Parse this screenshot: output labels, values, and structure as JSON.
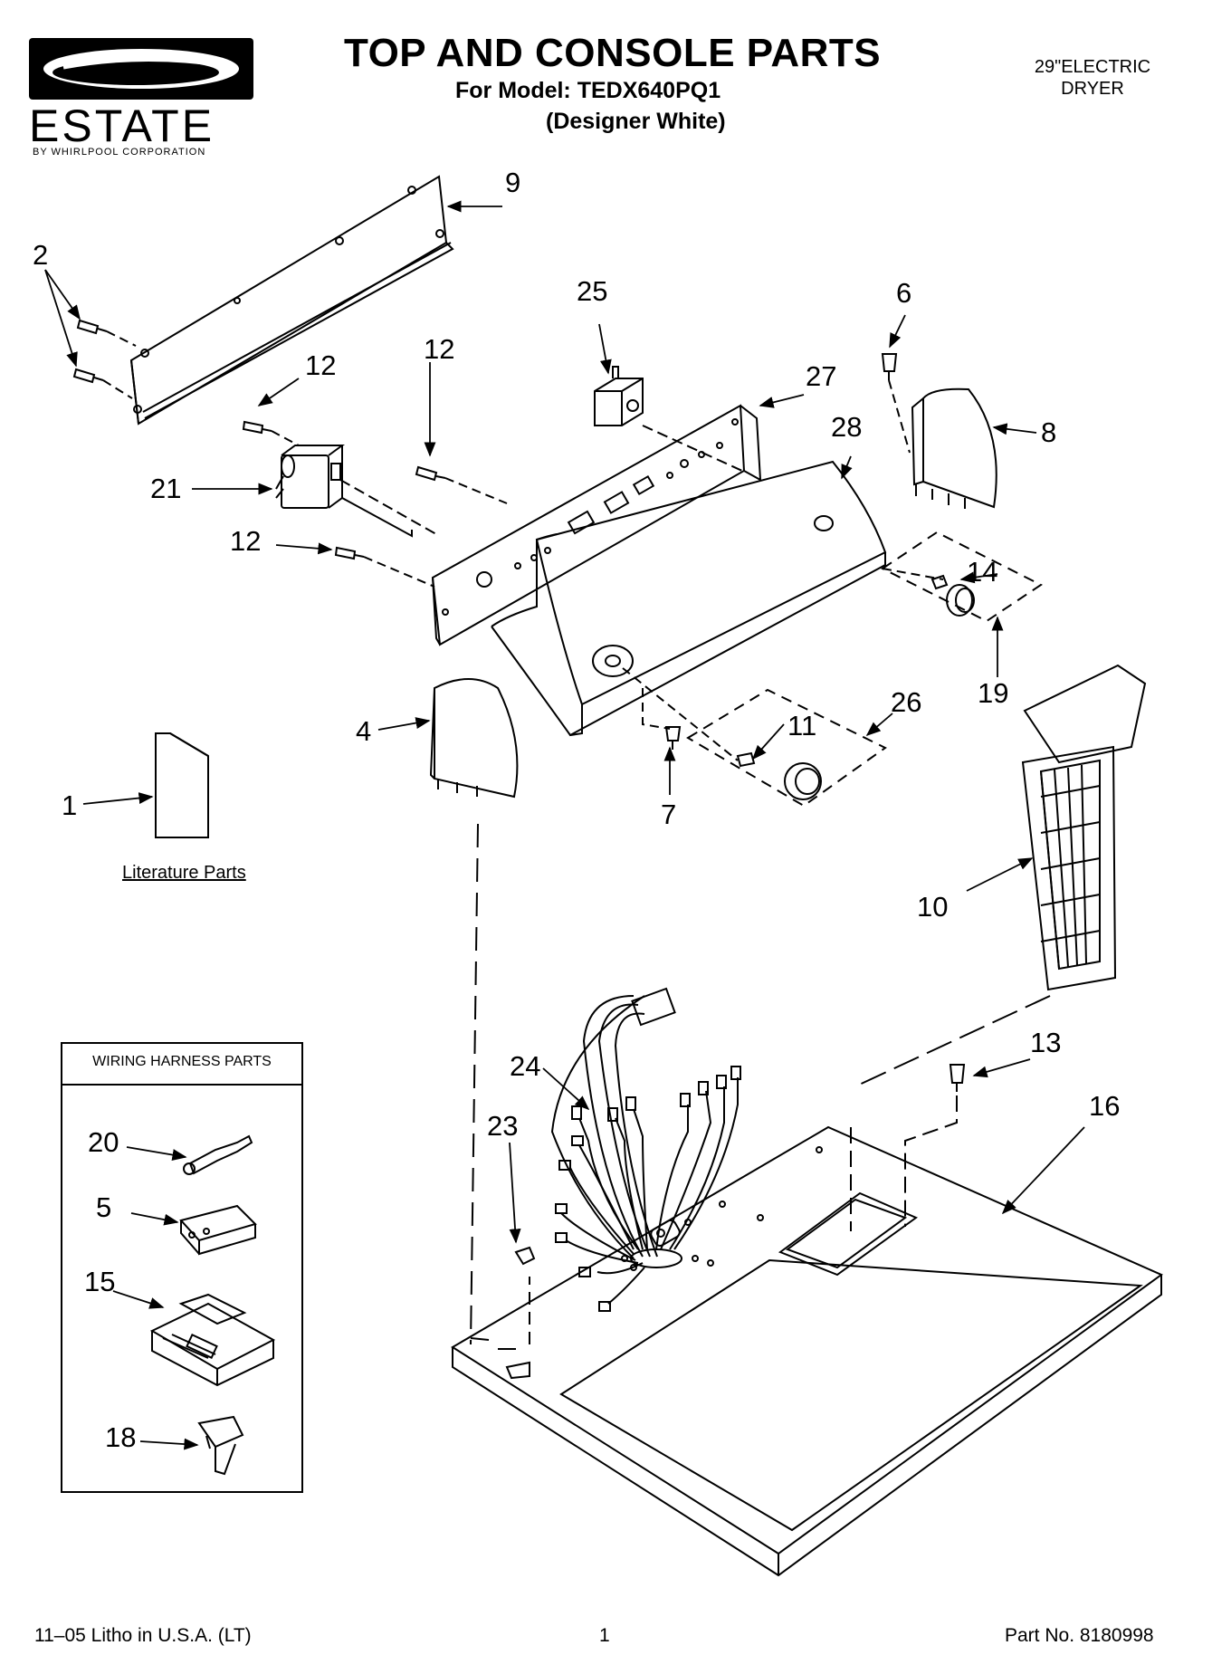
{
  "header": {
    "brand": "ESTATE",
    "brand_sub": "BY WHIRLPOOL CORPORATION",
    "title": "TOP AND CONSOLE PARTS",
    "model_line": "For Model: TEDX640PQ1",
    "color_line": "(Designer White)",
    "product_type": "29\"ELECTRIC DRYER"
  },
  "labels": {
    "literature": "Literature Parts",
    "wiring_box_title": "WIRING HARNESS PARTS"
  },
  "callouts": {
    "c1": "1",
    "c2": "2",
    "c4": "4",
    "c5": "5",
    "c6": "6",
    "c7": "7",
    "c8": "8",
    "c9": "9",
    "c10": "10",
    "c11": "11",
    "c12a": "12",
    "c12b": "12",
    "c12c": "12",
    "c13": "13",
    "c14": "14",
    "c15": "15",
    "c16": "16",
    "c18": "18",
    "c19": "19",
    "c20": "20",
    "c21": "21",
    "c23": "23",
    "c24": "24",
    "c25": "25",
    "c26": "26",
    "c27": "27",
    "c28": "28"
  },
  "footer": {
    "litho": "11–05 Litho in U.S.A. (LT)",
    "page_number": "1",
    "part_number": "Part No. 8180998"
  },
  "colors": {
    "ink": "#000000",
    "paper": "#ffffff"
  }
}
